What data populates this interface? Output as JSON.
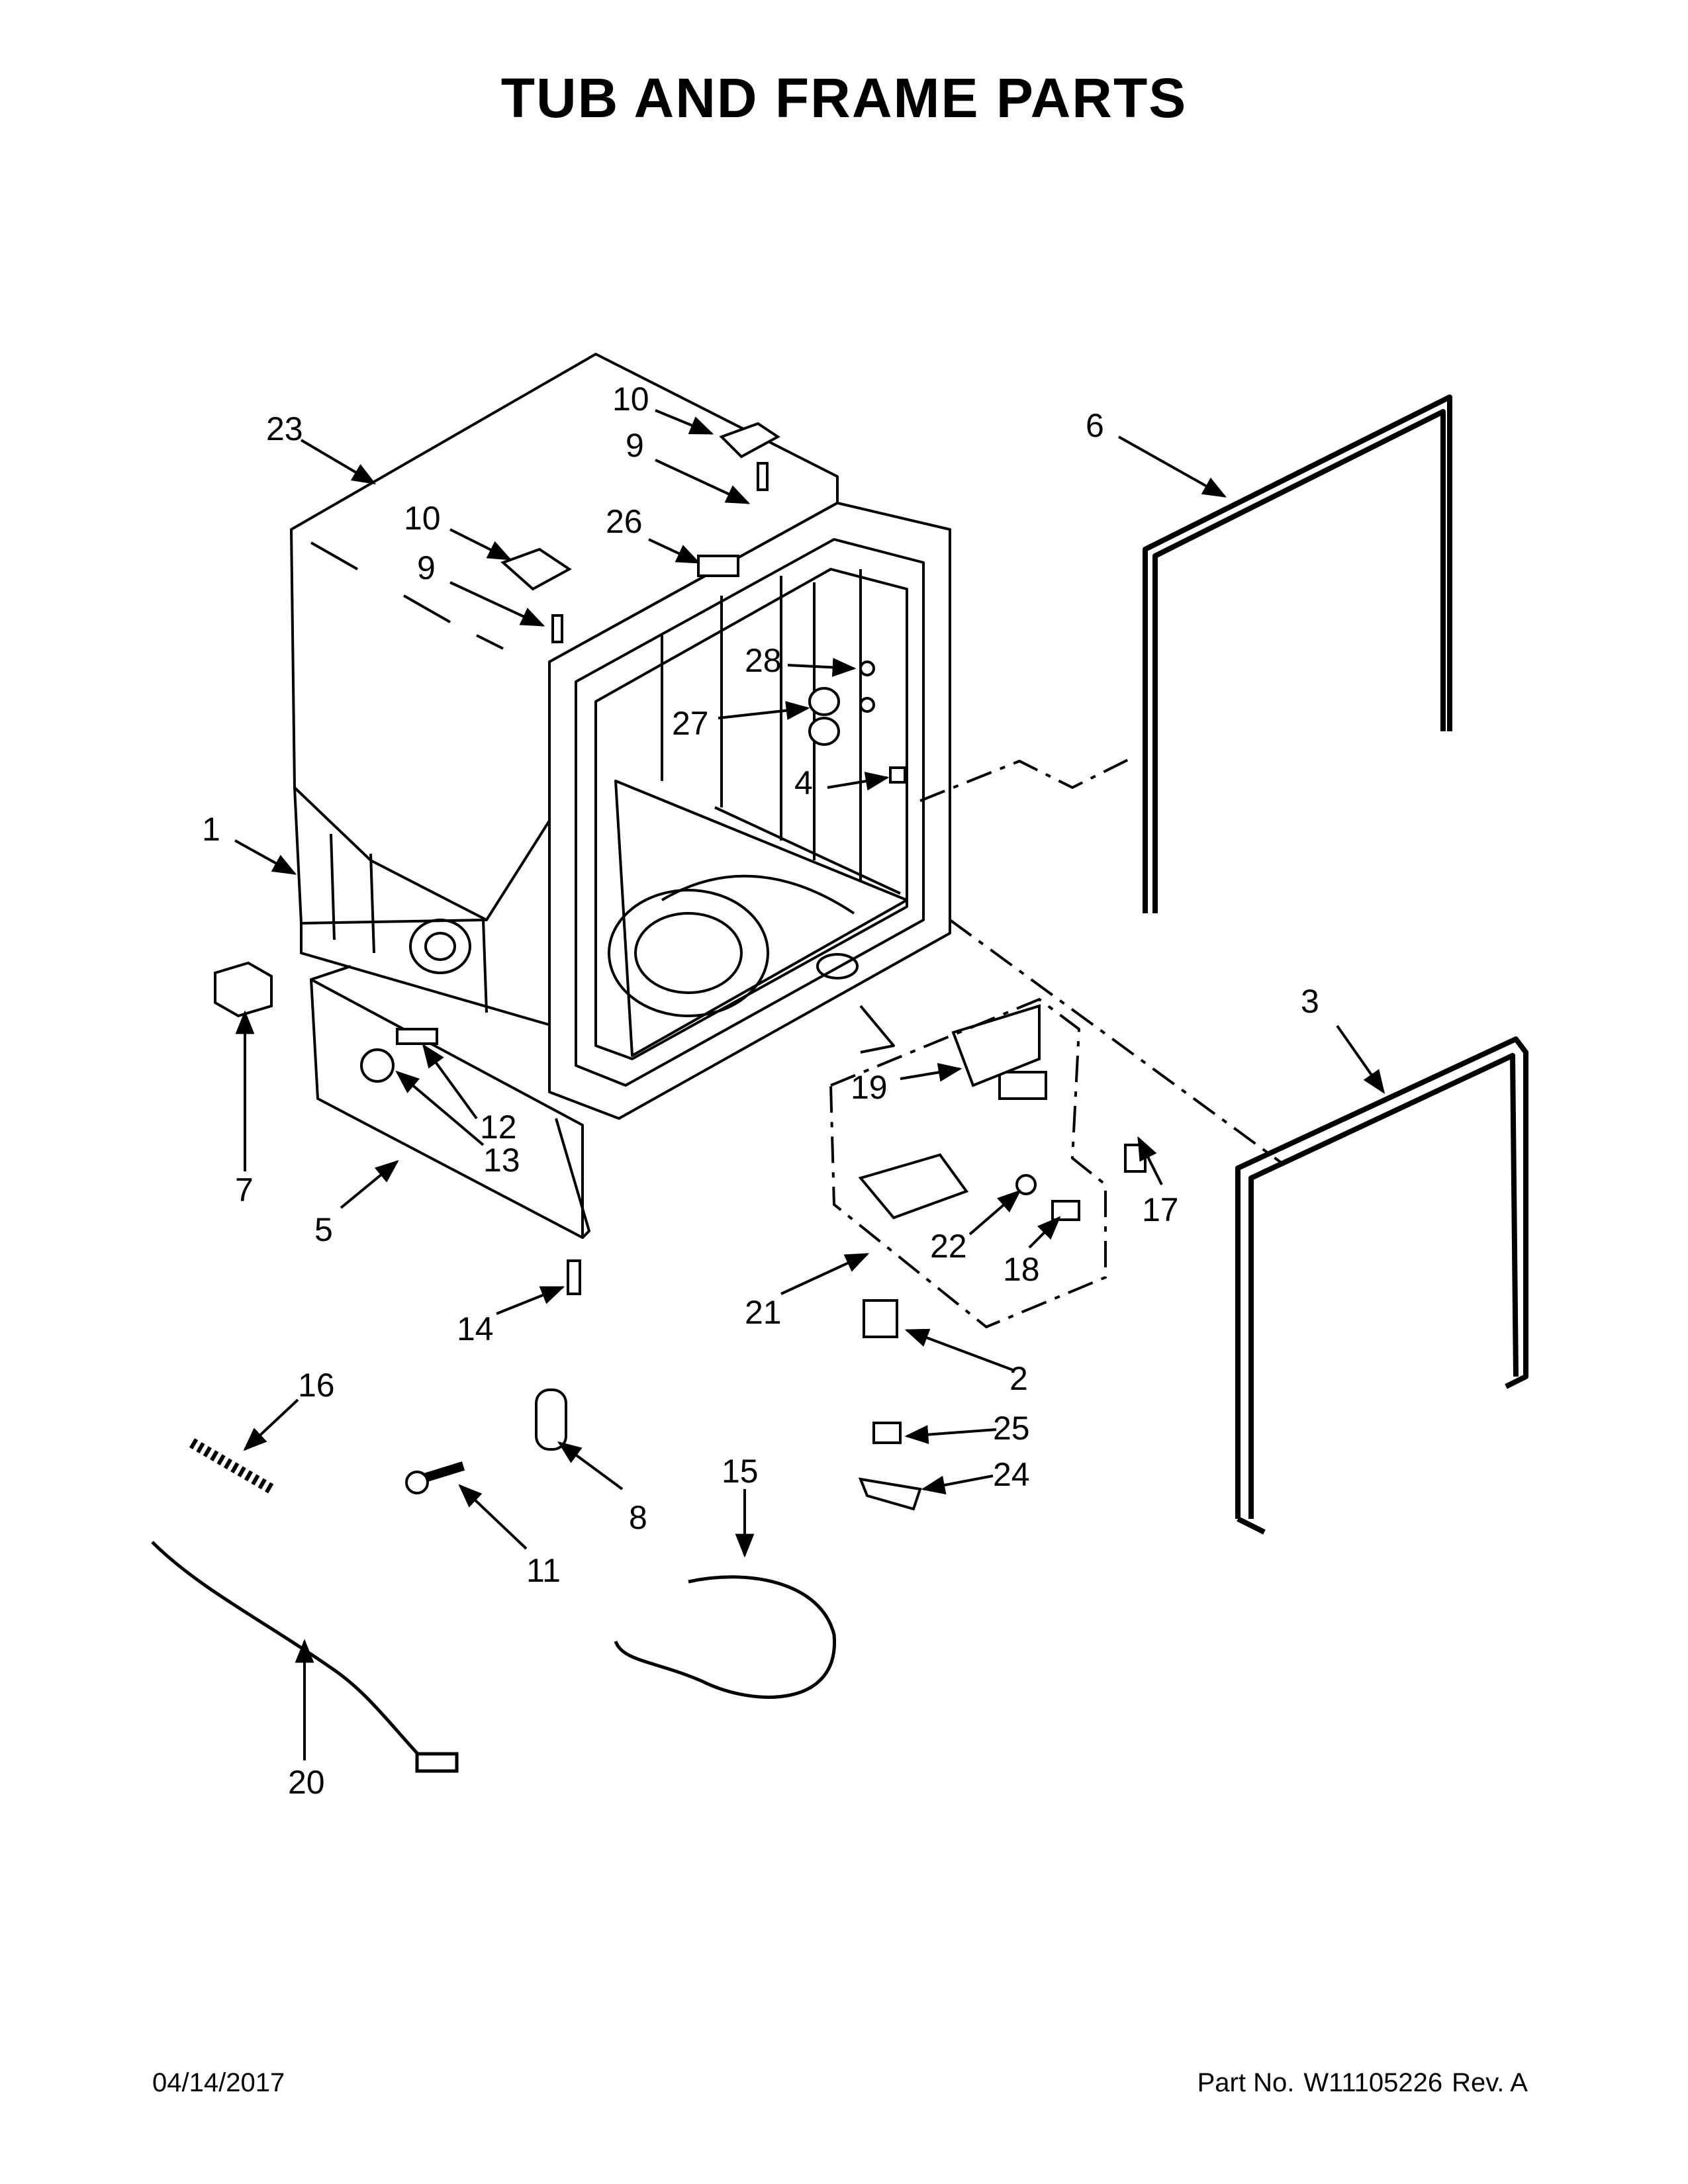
{
  "title": "TUB AND FRAME PARTS",
  "callouts": [
    {
      "id": "c23",
      "label": "23"
    },
    {
      "id": "c10a",
      "label": "10"
    },
    {
      "id": "c9a",
      "label": "9"
    },
    {
      "id": "c10b",
      "label": "10"
    },
    {
      "id": "c9b",
      "label": "9"
    },
    {
      "id": "c26",
      "label": "26"
    },
    {
      "id": "c6",
      "label": "6"
    },
    {
      "id": "c28",
      "label": "28"
    },
    {
      "id": "c27",
      "label": "27"
    },
    {
      "id": "c4",
      "label": "4"
    },
    {
      "id": "c1",
      "label": "1"
    },
    {
      "id": "c3",
      "label": "3"
    },
    {
      "id": "c12",
      "label": "12"
    },
    {
      "id": "c13",
      "label": "13"
    },
    {
      "id": "c7",
      "label": "7"
    },
    {
      "id": "c19",
      "label": "19"
    },
    {
      "id": "c17",
      "label": "17"
    },
    {
      "id": "c5",
      "label": "5"
    },
    {
      "id": "c22",
      "label": "22"
    },
    {
      "id": "c18",
      "label": "18"
    },
    {
      "id": "c21",
      "label": "21"
    },
    {
      "id": "c14",
      "label": "14"
    },
    {
      "id": "c2",
      "label": "2"
    },
    {
      "id": "c16",
      "label": "16"
    },
    {
      "id": "c15",
      "label": "15"
    },
    {
      "id": "c25",
      "label": "25"
    },
    {
      "id": "c24",
      "label": "24"
    },
    {
      "id": "c8",
      "label": "8"
    },
    {
      "id": "c11",
      "label": "11"
    },
    {
      "id": "c20",
      "label": "20"
    }
  ],
  "footer": {
    "date": "04/14/2017",
    "part_label": "Part No.",
    "part_number": "W11105226",
    "revision": "Rev. A"
  }
}
